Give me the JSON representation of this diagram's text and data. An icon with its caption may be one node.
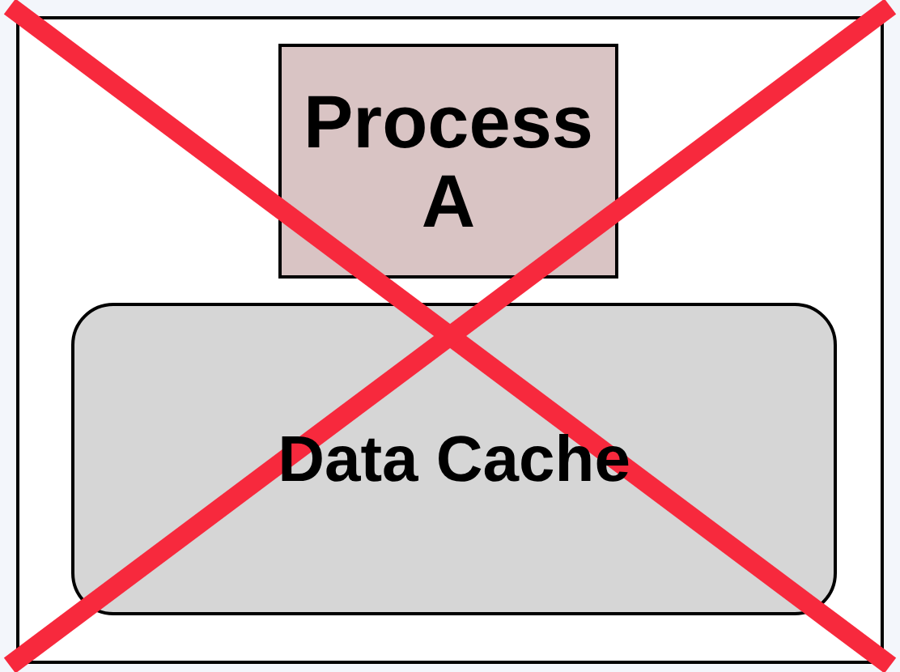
{
  "diagram": {
    "nodes": [
      {
        "text": [],
        "shape": "box"
      },
      {
        "text": [
          "Process A"
        ],
        "in": 0
      },
      {
        "text": [
          "Data Cache"
        ],
        "in": 0
      }
    ]
  }
}
